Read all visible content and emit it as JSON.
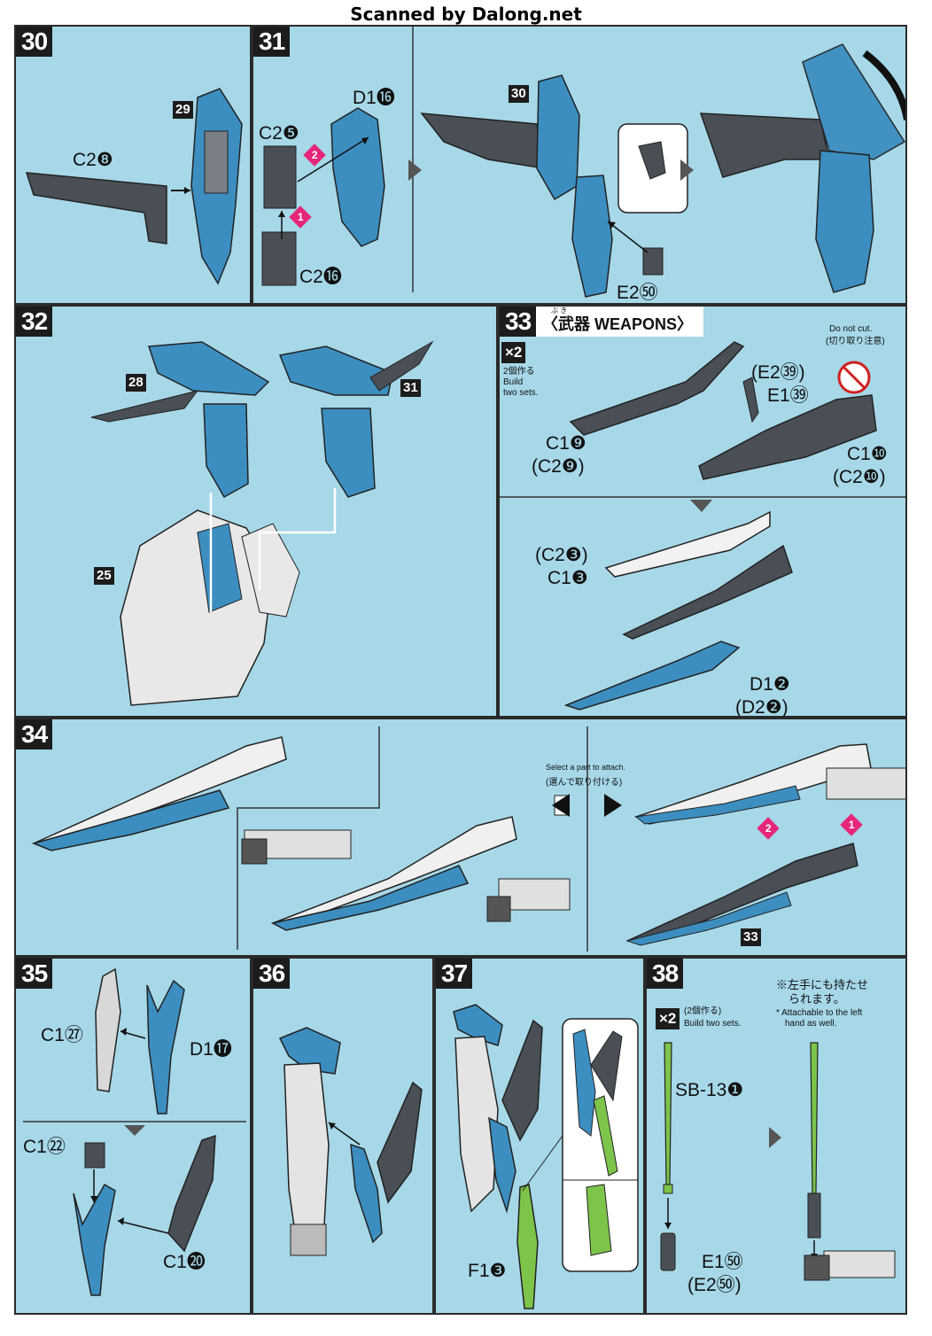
{
  "watermark": "Scanned by Dalong.net",
  "colors": {
    "panel_bg": "#a6d8e8",
    "part_blue": "#3c8ec0",
    "part_dark": "#4a4f55",
    "part_white": "#e8e8e8",
    "part_green": "#7cc44a",
    "accent_pink": "#e6267a"
  },
  "steps": {
    "s30": {
      "num": "30",
      "ref_29": "29",
      "part_c2_8": "C2❽"
    },
    "s31": {
      "num": "31",
      "part_d1_16": "D1⓰",
      "part_c2_5": "C2❺",
      "part_c2_16": "C2⓰",
      "marker_1": "1",
      "marker_2": "2",
      "ref_30": "30",
      "part_e2_51": "E2㊿"
    },
    "s32": {
      "num": "32",
      "ref_28": "28",
      "ref_31": "31",
      "ref_25": "25"
    },
    "s33": {
      "num": "33",
      "title_jp": "〈武器",
      "title_en": "WEAPONS〉",
      "ruby": "ぶ き",
      "x2": "×2",
      "build_jp": "2個作る",
      "build_en": "Build two sets.",
      "dnc_en": "Do not cut.",
      "dnc_jp": "(切り取り注意)",
      "part_e2_39": "(E2㊴)",
      "part_e1_39": "E1㊴",
      "part_c1_9": "C1❾",
      "part_c2_9": "(C2❾)",
      "part_c1_10": "C1❿",
      "part_c2_10": "(C2❿)",
      "part_c2_3": "(C2❸)",
      "part_c1_3": "C1❸",
      "part_d1_2": "D1❷",
      "part_d2_2": "(D2❷)"
    },
    "s34": {
      "num": "34",
      "select_en": "Select a part to attach.",
      "select_jp": "(選んで取り付ける)",
      "marker_1": "1",
      "marker_2": "2",
      "ref_33": "33"
    },
    "s35": {
      "num": "35",
      "part_c1_27": "C1㉗",
      "part_d1_17": "D1⓱",
      "part_c1_22": "C1㉒",
      "part_c1_20": "C1⓴"
    },
    "s36": {
      "num": "36"
    },
    "s37": {
      "num": "37",
      "part_f1_3": "F1❸"
    },
    "s38": {
      "num": "38",
      "x2": "×2",
      "build_jp": "(2個作る)",
      "build_en": "Build two sets.",
      "note_jp1": "※左手にも持たせ",
      "note_jp2": "られます。",
      "note_en1": "* Attachable to the left",
      "note_en2": "hand as well.",
      "part_sb13": "SB-13❶",
      "part_e1_50": "E1㊿",
      "part_e2_50": "(E2㊿)"
    }
  }
}
